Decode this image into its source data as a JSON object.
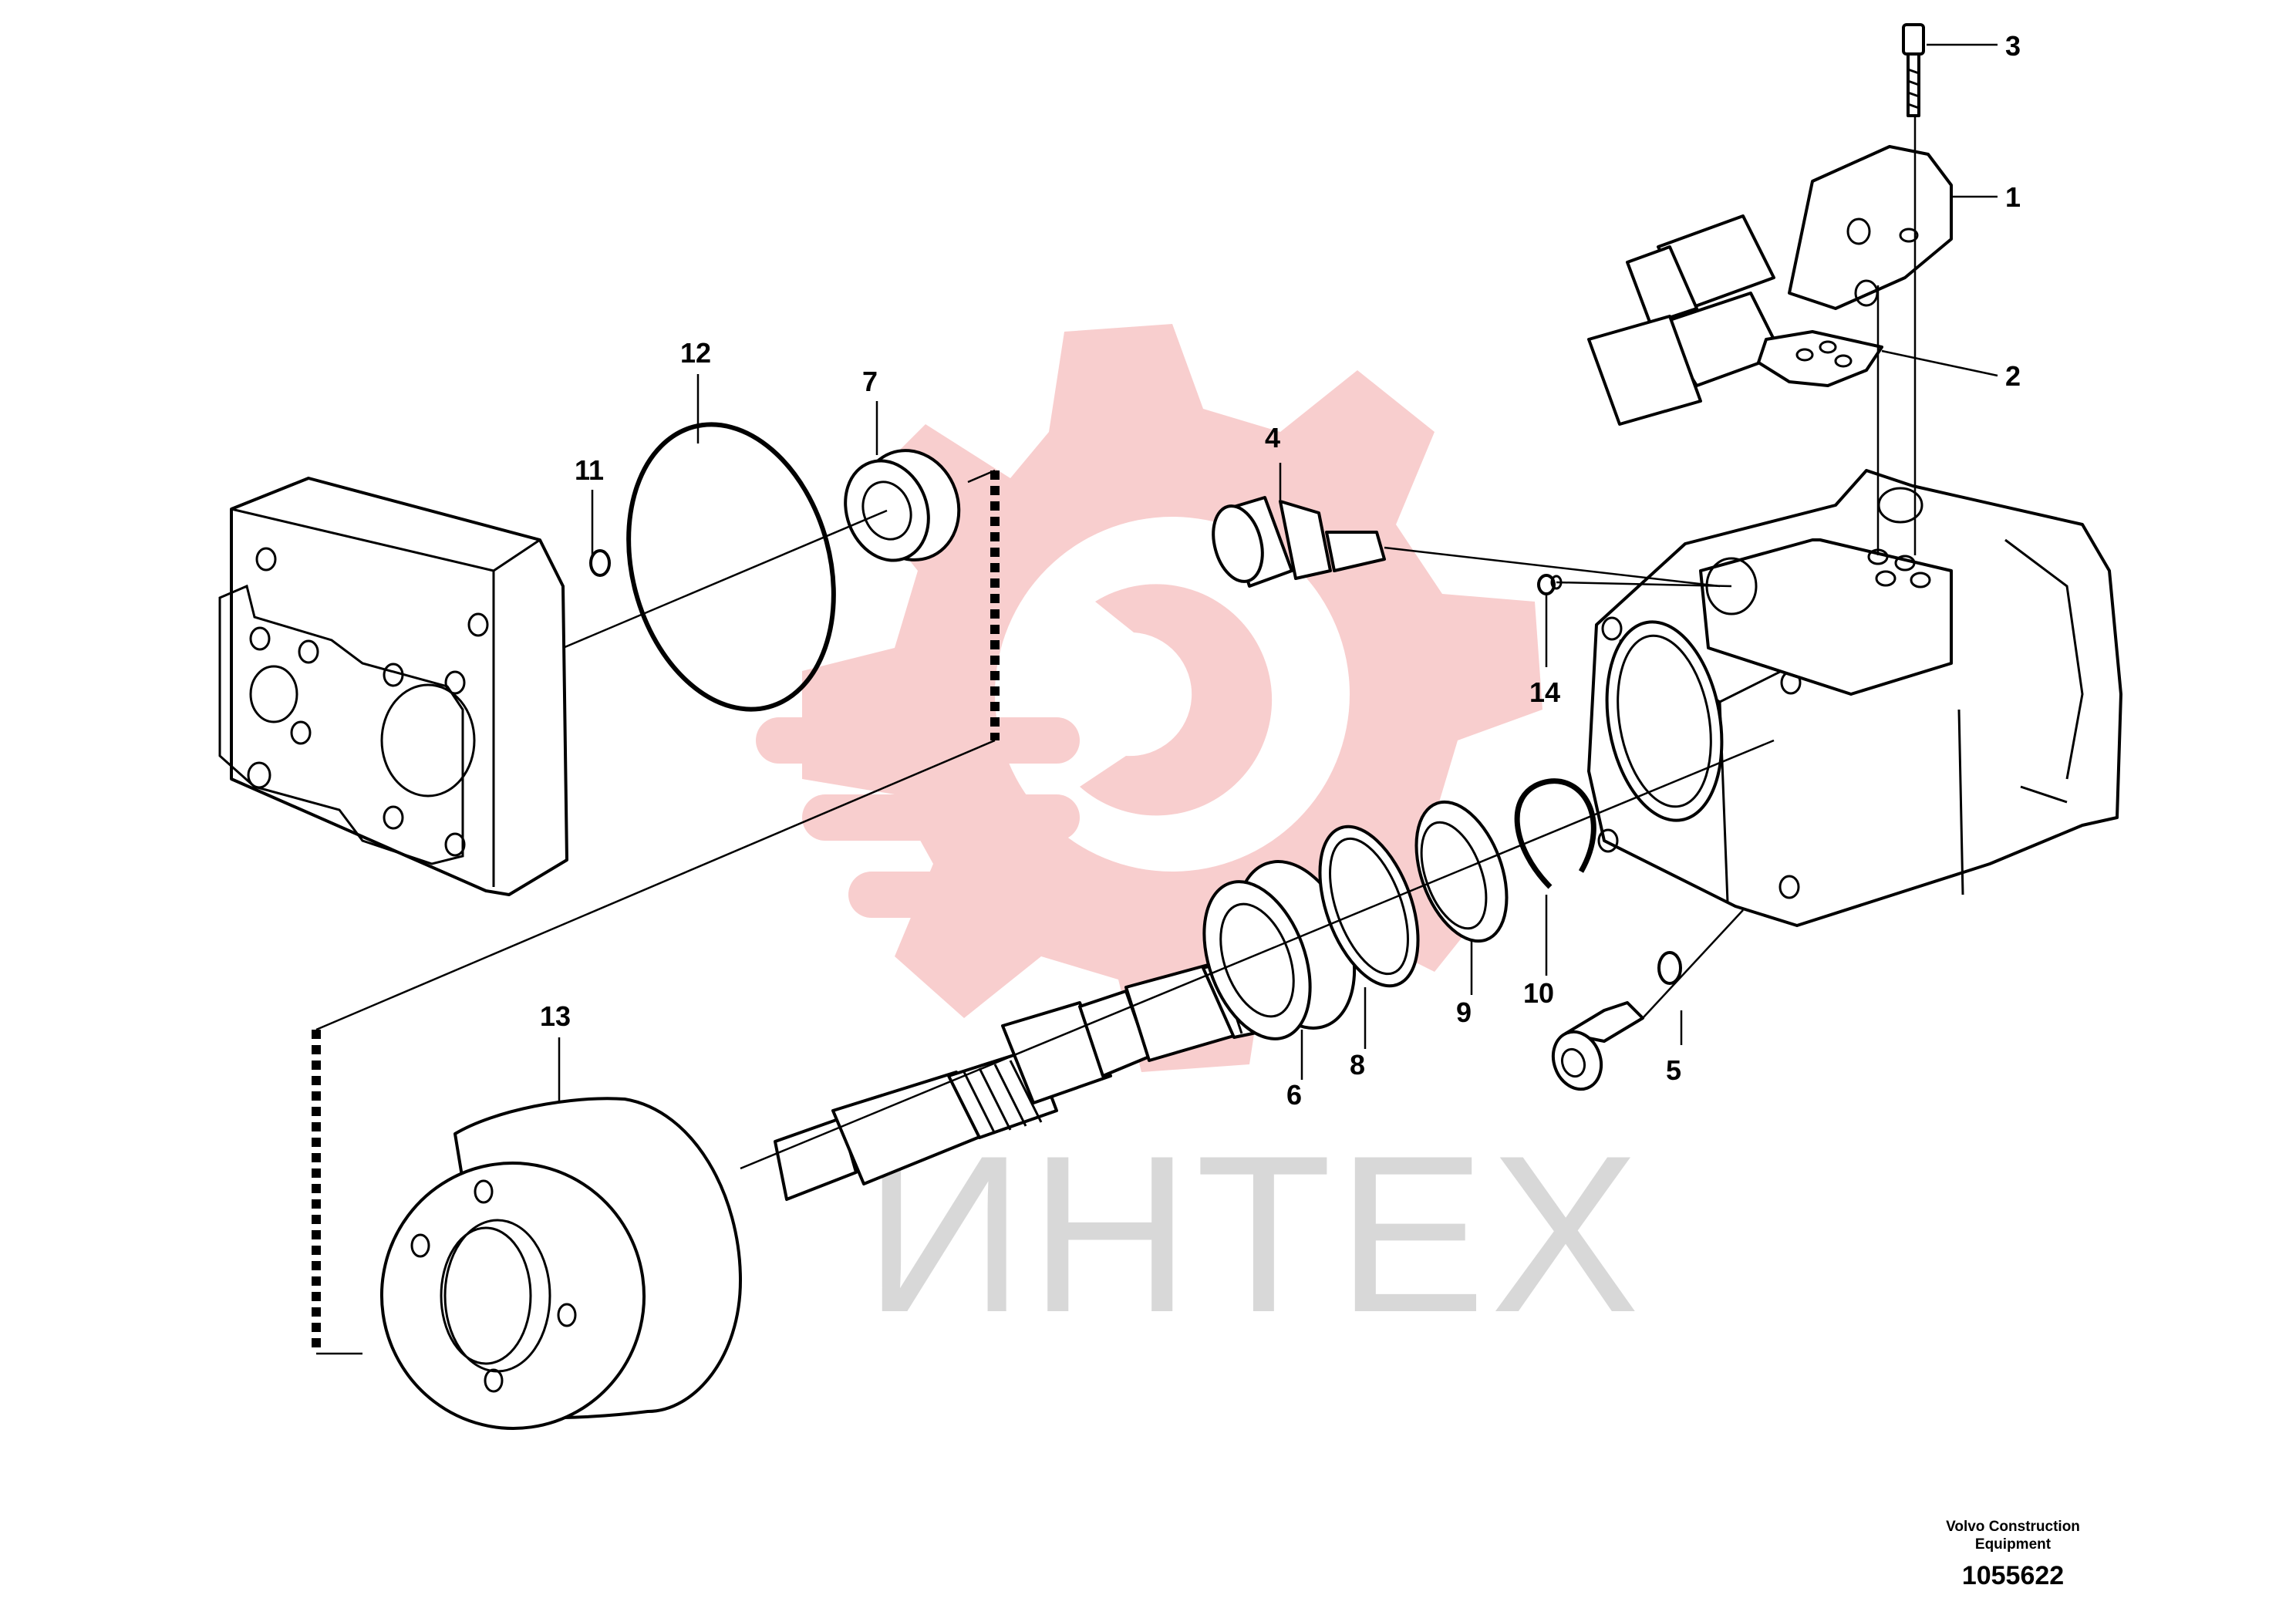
{
  "watermark": {
    "text": "ИНТЕХ",
    "gear_color": "#f7c6c6",
    "text_color": "#d8d8d8"
  },
  "callouts": [
    "1",
    "2",
    "3",
    "4",
    "5",
    "6",
    "7",
    "8",
    "9",
    "10",
    "11",
    "12",
    "13",
    "14"
  ],
  "credit": {
    "line1": "Volvo Construction",
    "line2": "Equipment",
    "number": "1055622"
  }
}
